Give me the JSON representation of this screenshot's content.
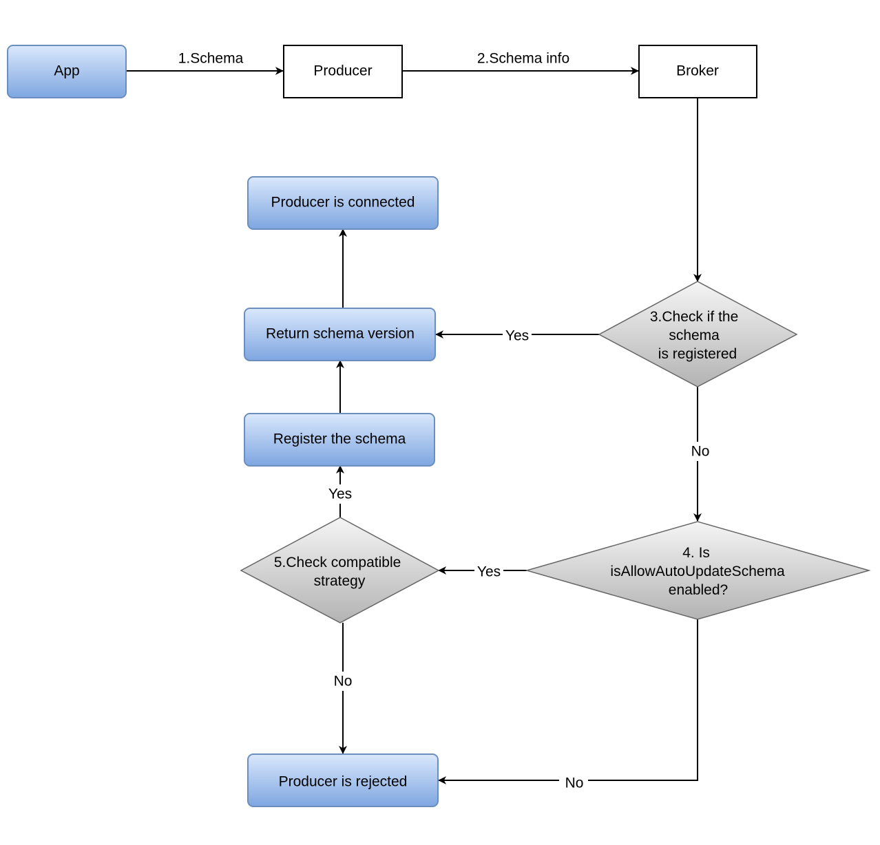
{
  "nodes": {
    "app": {
      "label": "App"
    },
    "producer": {
      "label": "Producer"
    },
    "broker": {
      "label": "Broker"
    },
    "connected": {
      "label": "Producer is connected"
    },
    "return_version": {
      "label": "Return schema version"
    },
    "register": {
      "label": "Register the schema"
    },
    "rejected": {
      "label": "Producer is rejected"
    },
    "check_registered": {
      "lines": [
        "3.Check if the",
        "schema",
        "is registered"
      ]
    },
    "check_auto_update": {
      "lines": [
        "4. Is",
        "isAllowAutoUpdateSchema",
        "enabled?"
      ]
    },
    "check_compatible": {
      "lines": [
        "5.Check compatible",
        "strategy"
      ]
    }
  },
  "edges": {
    "app_to_producer": "1.Schema",
    "producer_to_broker": "2.Schema info",
    "registered_yes": "Yes",
    "registered_no": "No",
    "auto_update_yes": "Yes",
    "auto_update_no": "No",
    "compatible_yes": "Yes",
    "compatible_no": "No"
  },
  "colors": {
    "process_fill_top": "#dae8fc",
    "process_fill_bottom": "#7ea6e0",
    "process_stroke": "#6c8ebf",
    "decision_fill_top": "#f5f5f5",
    "decision_fill_bottom": "#b3b3b3",
    "decision_stroke": "#666666"
  }
}
